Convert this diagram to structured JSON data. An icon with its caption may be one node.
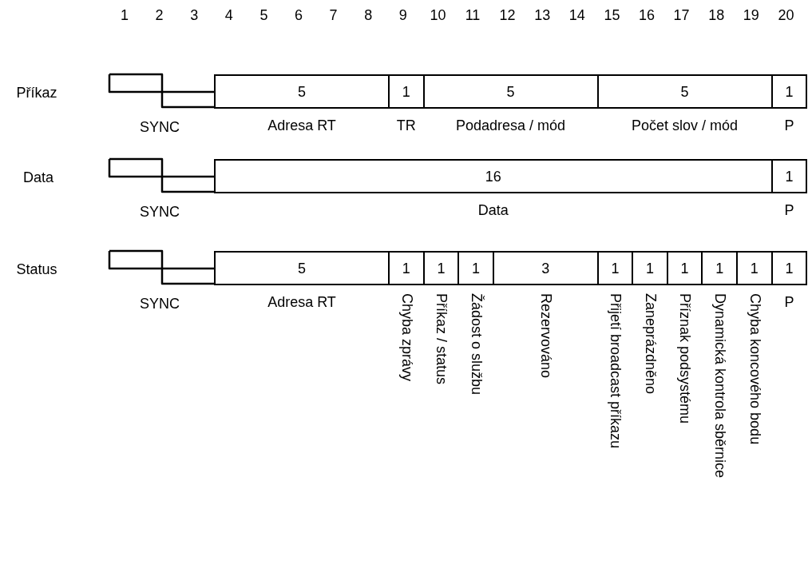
{
  "diagram": {
    "nodes": [
      {
        "text": [
          "5"
        ],
        "beside": [
          "Adresa RT"
        ]
      },
      {
        "text": [
          "1"
        ],
        "beside": [
          "TR"
        ]
      },
      {
        "text": [
          "5"
        ],
        "beside": [
          "Podadresa / mód"
        ]
      },
      {
        "text": [
          "5"
        ],
        "beside": [
          "Počet slov / mód"
        ]
      },
      {
        "text": [
          "1"
        ],
        "beside": [
          "P"
        ]
      },
      {
        "text": [
          "16"
        ],
        "beside": [
          "Data"
        ]
      },
      {
        "text": [
          "1"
        ],
        "beside": [
          "P"
        ]
      },
      {
        "text": [
          "5"
        ],
        "beside": [
          "Adresa RT"
        ]
      },
      {
        "text": [
          "1"
        ],
        "beside": [
          "Chyba zprávy"
        ]
      },
      {
        "text": [
          "1"
        ],
        "beside": [
          "Příkaz / status"
        ]
      },
      {
        "text": [
          "1"
        ],
        "beside": [
          "Žádost o službu"
        ]
      },
      {
        "text": [
          "3"
        ],
        "beside": [
          "Rezervováno"
        ]
      },
      {
        "text": [
          "1"
        ],
        "beside": [
          "Přijetí broadcast příkazu"
        ]
      },
      {
        "text": [
          "1"
        ],
        "beside": [
          "Zaneprázdněno"
        ]
      },
      {
        "text": [
          "1"
        ],
        "beside": [
          "Příznak podsystému"
        ]
      },
      {
        "text": [
          "1"
        ],
        "beside": [
          "Dynamická kontrola sběrnice"
        ]
      },
      {
        "text": [
          "1"
        ],
        "beside": [
          "Chyba koncového bodu"
        ]
      },
      {
        "text": [
          "1"
        ],
        "beside": [
          "P"
        ]
      }
    ],
    "labels": [
      "1",
      "2",
      "3",
      "4",
      "5",
      "6",
      "7",
      "8",
      "9",
      "10",
      "11",
      "12",
      "13",
      "14",
      "15",
      "16",
      "17",
      "18",
      "19",
      "20",
      "Příkaz",
      "SYNC",
      "Data",
      "SYNC",
      "Status",
      "SYNC"
    ]
  }
}
